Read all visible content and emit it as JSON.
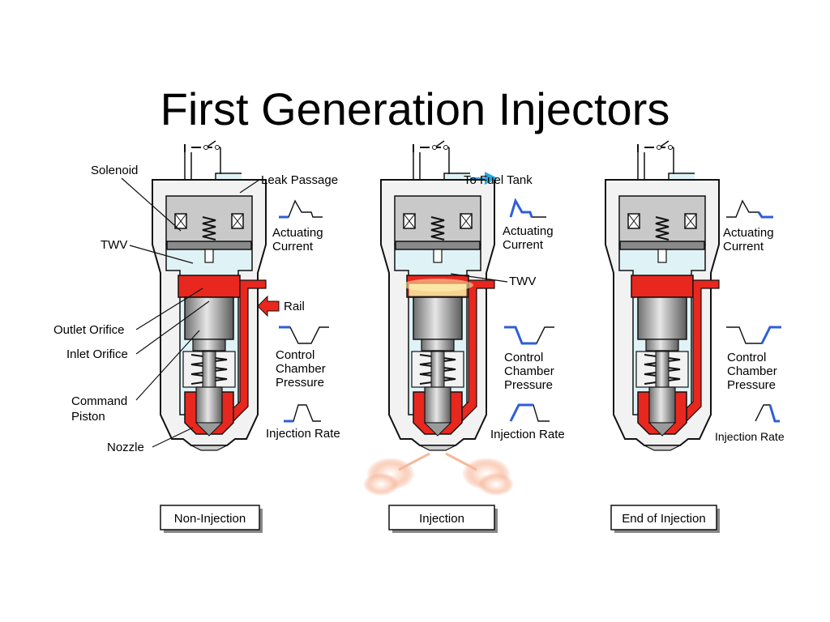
{
  "title": "First Generation Injectors",
  "colors": {
    "fuel": "#e8271e",
    "passage": "#dff3f7",
    "body": "#f2f2f2",
    "solenoid": "#c9c9c9",
    "signal": "#2f5fd6",
    "arrow": "#2aa7e0",
    "spray": "#f6b89a"
  },
  "part_labels": {
    "solenoid": "Solenoid",
    "twv": "TWV",
    "outlet_orifice": "Outlet Orifice",
    "inlet_orifice": "Inlet Orifice",
    "command_piston_1": "Command",
    "command_piston_2": "Piston",
    "nozzle": "Nozzle",
    "leak_passage": "Leak Passage",
    "rail": "Rail",
    "to_fuel_tank": "To Fuel Tank",
    "twv_center": "TWV"
  },
  "signals": {
    "actuating_1": "Actuating",
    "actuating_2": "Current",
    "control_1": "Control",
    "control_2": "Chamber",
    "control_3": "Pressure",
    "injection_rate": "Injection Rate"
  },
  "stages": [
    {
      "label": "Non-Injection"
    },
    {
      "label": "Injection"
    },
    {
      "label": "End of Injection"
    }
  ]
}
